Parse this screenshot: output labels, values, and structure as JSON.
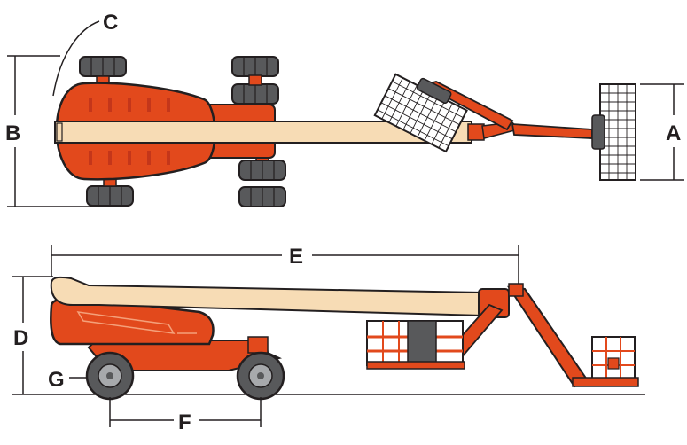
{
  "diagram": {
    "views": {
      "top_view": "top-view",
      "side_view": "side-view"
    },
    "dimension_labels": {
      "a": "A",
      "b": "B",
      "c": "C",
      "d": "D",
      "e": "E",
      "f": "F",
      "g": "G"
    },
    "colors": {
      "machine_orange": "#e2491c",
      "machine_orange_dark": "#c4361a",
      "boom_cream": "#f7dcb5",
      "tire_gray": "#58595b",
      "tire_dark": "#231f20",
      "hub_gray": "#a7a9ac",
      "line_black": "#231f20",
      "platform_white": "#ffffff"
    }
  }
}
